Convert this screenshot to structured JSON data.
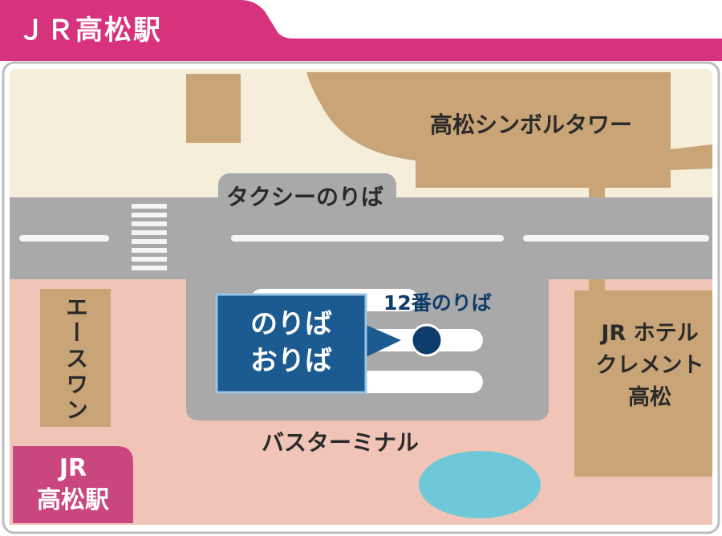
{
  "header": {
    "title": "ＪＲ高松駅"
  },
  "labels": {
    "symbol_tower": "高松シンボルタワー",
    "taxi": "タクシーのりば",
    "stop": "12番のりば",
    "callout_line1": "のりば",
    "callout_line2": "おりば",
    "terminal": "バスターミナル",
    "hotel_line1": "JR ホテル",
    "hotel_line2": "クレメント",
    "hotel_line3": "高松",
    "ace_one": "エースワン",
    "station_line1": "JR",
    "station_line2": "高松駅"
  },
  "colors": {
    "brand_pink": "#d7327e",
    "station_pink": "#c9467f",
    "road": "#a9a9a9",
    "pavement": "#f0c4b6",
    "ground": "#f4eedb",
    "building": "#c9a476",
    "callout": "#1c5b91",
    "stop_marker": "#0e3c6b",
    "pond": "#6fc8d8"
  }
}
